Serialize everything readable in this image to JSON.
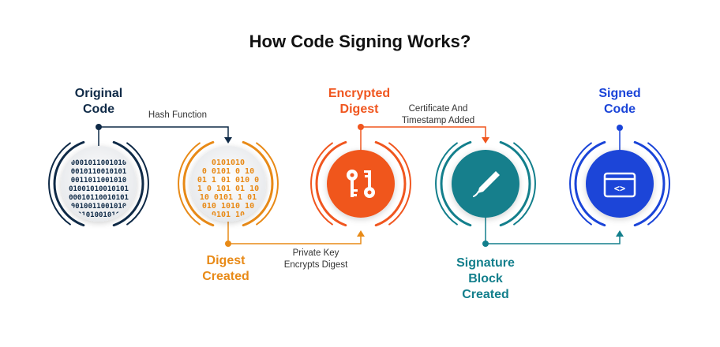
{
  "title": "How Code Signing Works?",
  "colors": {
    "navy": "#0f2a47",
    "orange": "#e88a17",
    "red_orange": "#f0561f",
    "teal": "#137f8c",
    "blue": "#1a44d8"
  },
  "steps": [
    {
      "label": "Original\nCode",
      "color": "#0f2a47",
      "icon": "binary-code-icon",
      "binary_lines": [
        "0001011001010",
        "0010110010101",
        "0011011001010",
        "01001010010101",
        "00010110010101",
        "0010011001010",
        "0101001010"
      ]
    },
    {
      "label": "Digest\nCreated",
      "color": "#e88a17",
      "icon": "scrambled-binary-icon",
      "binary_lines": [
        "0101010",
        "0 0101 0 10",
        "01 1 01 010 0",
        "1 0 101 01 10",
        "10 0101 1 01",
        "010 1010 10",
        "0101 10"
      ]
    },
    {
      "label": "Encrypted\nDigest",
      "color": "#f0561f",
      "icon": "keys-icon"
    },
    {
      "label": "Signature\nBlock\nCreated",
      "color": "#137f8c",
      "icon": "pen-icon"
    },
    {
      "label": "Signed\nCode",
      "color": "#1a44d8",
      "icon": "code-window-icon",
      "code_glyph": "<>"
    }
  ],
  "transitions": [
    {
      "text": "Hash Function",
      "color": "#0f2a47"
    },
    {
      "text": "Private Key\nEncrypts Digest",
      "color": "#e88a17"
    },
    {
      "text": "Certificate And\nTimestamp Added",
      "color": "#f0561f"
    },
    {
      "text": "",
      "color": "#137f8c"
    }
  ]
}
